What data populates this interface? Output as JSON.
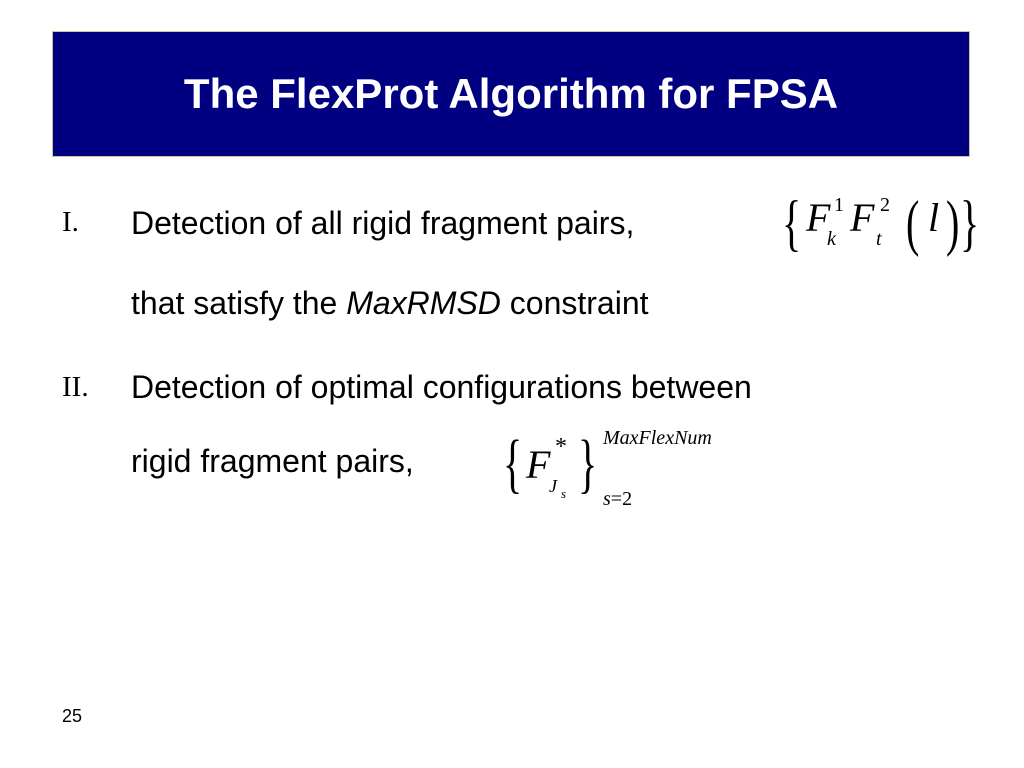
{
  "slide": {
    "title": "The FlexProt Algorithm for FPSA",
    "items": [
      {
        "numeral": "I.",
        "line1": "Detection of all rigid fragment pairs,",
        "line2_pre": "that satisfy the ",
        "line2_em": "MaxRMSD",
        "line2_post": " constraint"
      },
      {
        "numeral": "II.",
        "line1": "Detection of optimal configurations between",
        "line2": "rigid fragment pairs,"
      }
    ],
    "formula1": {
      "F1": "F",
      "sup1": "1",
      "sub1": "k",
      "F2": "F",
      "sup2": "2",
      "sub2": "t",
      "arg": "l"
    },
    "formula2": {
      "F": "F",
      "sup": "*",
      "sub": "J",
      "subsub": "s",
      "upper": "MaxFlexNum",
      "lower_var": "s",
      "lower_eq": "=",
      "lower_val": "2"
    },
    "page_number": "25"
  }
}
